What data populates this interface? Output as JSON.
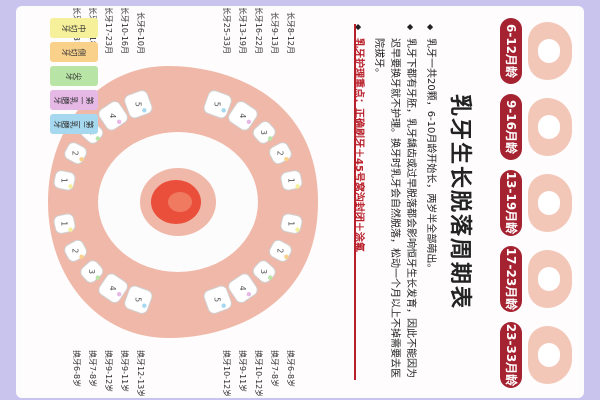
{
  "title": "乳牙生长脱落周期表",
  "age_badges": [
    {
      "label": "6-12月龄"
    },
    {
      "label": "9-16月龄"
    },
    {
      "label": "13-19月龄"
    },
    {
      "label": "17-23月龄"
    },
    {
      "label": "23-33月龄"
    }
  ],
  "bullets": [
    {
      "text": "乳牙一共20颗，6-10月龄开始长，两岁半全部萌出。"
    },
    {
      "text": "乳牙下都有牙胚，乳牙龋齿或过早脱落都会影响恒牙生长发育，因此不能因为迟早要换牙就不护理。换牙时乳牙会自然脱落，松动一个月以上不掉需要去医院拔牙。"
    },
    {
      "text": "乳牙护理重点：正确刷牙＋45号窝沟封闭＋涂氟"
    }
  ],
  "upper_eruption_labels": [
    {
      "text": "长牙8-12月"
    },
    {
      "text": "长牙9-13月"
    },
    {
      "text": "长牙16-22月"
    },
    {
      "text": "长牙13-19月"
    },
    {
      "text": "长牙25-33月"
    }
  ],
  "upper_shed_labels": [
    {
      "text": "换牙6-8岁"
    },
    {
      "text": "换牙7-8岁"
    },
    {
      "text": "换牙10-12岁"
    },
    {
      "text": "换牙9-11岁"
    },
    {
      "text": "换牙10-12岁"
    }
  ],
  "lower_eruption_labels": [
    {
      "text": "长牙6-10月"
    },
    {
      "text": "长牙10-16月"
    },
    {
      "text": "长牙17-23月"
    },
    {
      "text": "长牙14-18月"
    },
    {
      "text": "长牙23-31月"
    }
  ],
  "lower_shed_labels": [
    {
      "text": "换牙12-13岁"
    },
    {
      "text": "换牙9-11岁"
    },
    {
      "text": "换牙9-12岁"
    },
    {
      "text": "换牙7-8岁"
    },
    {
      "text": "换牙6-8岁"
    }
  ],
  "tooth_numbers": [
    "1",
    "2",
    "3",
    "4",
    "5"
  ],
  "legend": [
    {
      "label": "中切牙",
      "color": "#f6f09a"
    },
    {
      "label": "侧切牙",
      "color": "#f9d18b"
    },
    {
      "label": "尖牙",
      "color": "#b8e4a6"
    },
    {
      "label": "第一乳磨牙",
      "color": "#e6b8e6"
    },
    {
      "label": "第二乳磨牙",
      "color": "#a6d8ef"
    }
  ],
  "colors": {
    "accent": "#a52230",
    "gum": "#f0b8a8",
    "tongue": "#e94f3a",
    "background": "#c9c4ee"
  }
}
